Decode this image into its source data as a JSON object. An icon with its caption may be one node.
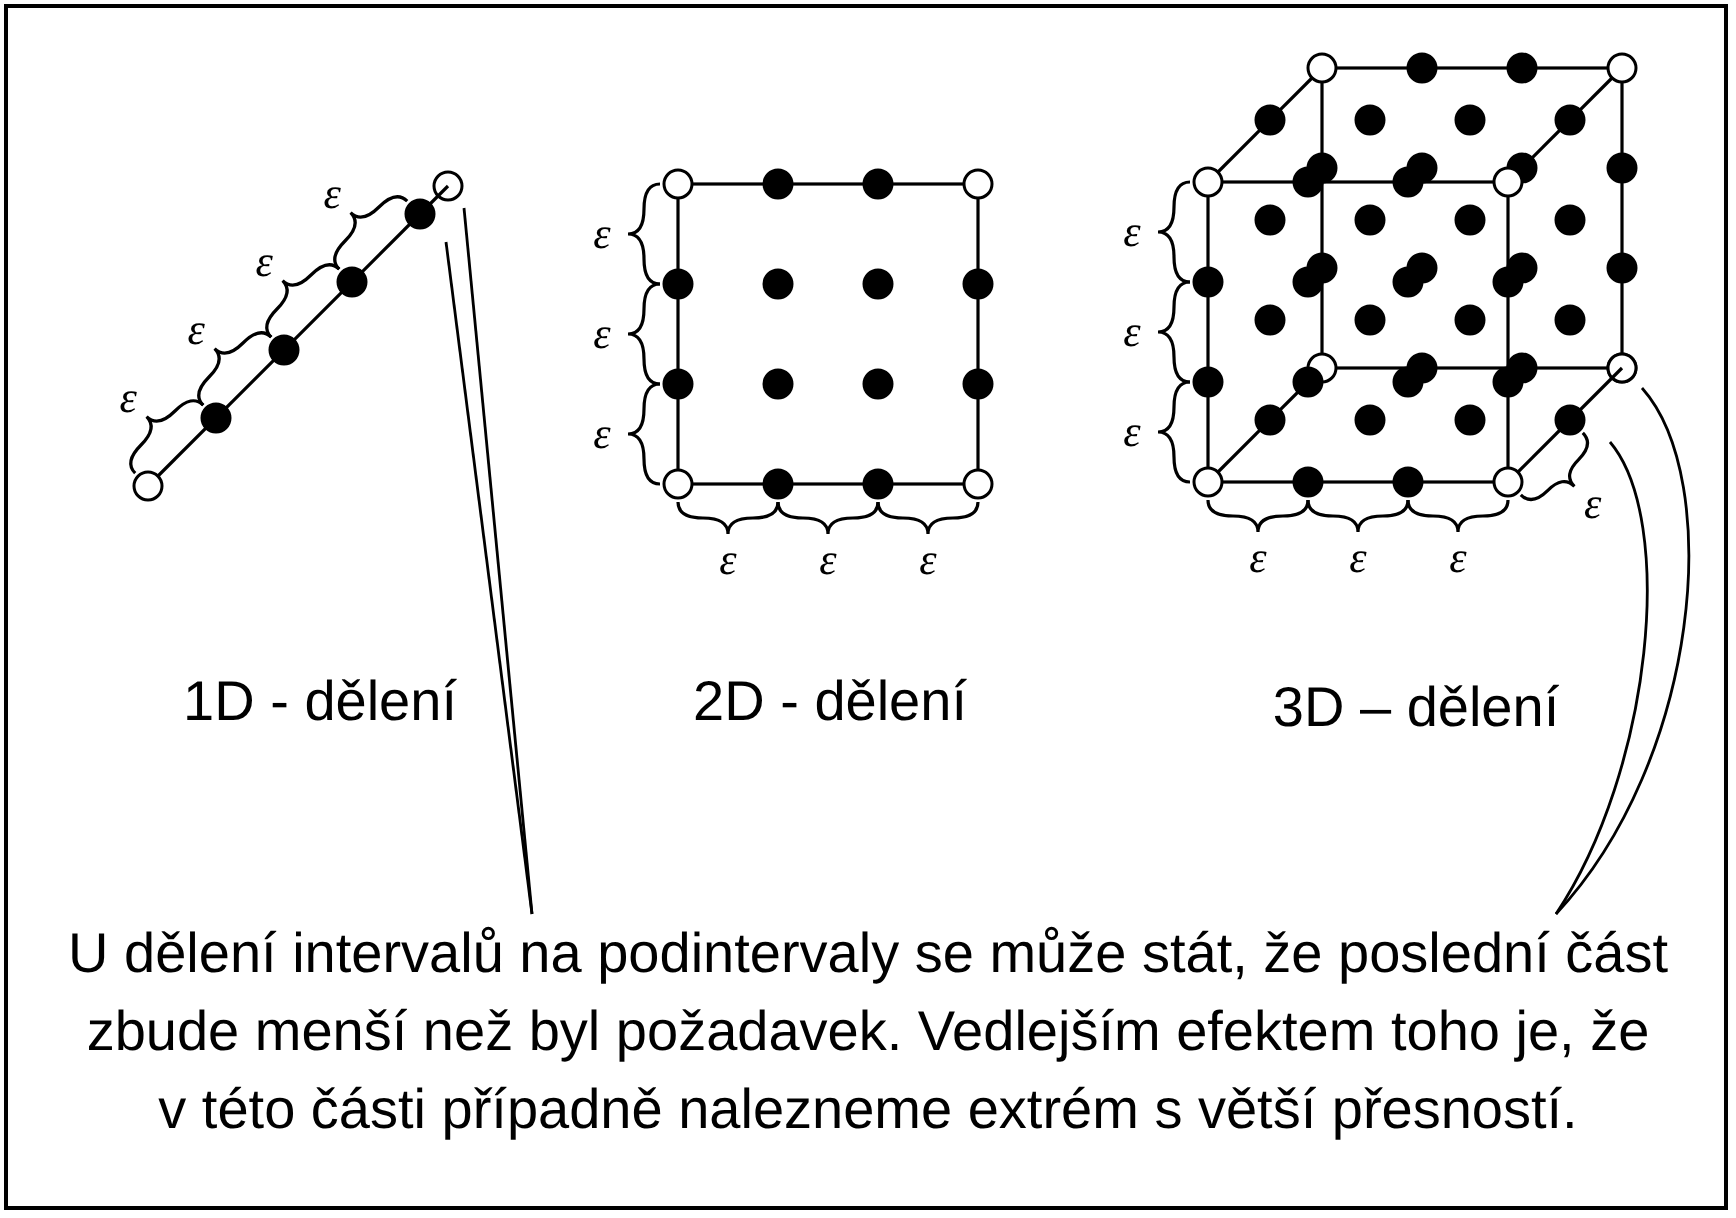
{
  "diagram": {
    "nodes": [
      {
        "text": [],
        "shape": "line"
      },
      {
        "text": [],
        "shape": "line"
      },
      {
        "text": [
          "U dělení intervalů na podintervaly se může stát, že poslední část zbude menší než byl požadavek. Vedlejším efektem toho je, že v této části případně nalezneme extrém s větší přesností."
        ]
      }
    ],
    "edges": [
      {
        "from": 2,
        "to": 0,
        "arrow": "none"
      },
      {
        "from": 2,
        "to": 0,
        "arrow": "none"
      },
      {
        "from": 2,
        "to": 1,
        "arrow": "none"
      },
      {
        "from": 2,
        "to": 1,
        "arrow": "none"
      }
    ],
    "labels": [
      "ε",
      "ε",
      "ε",
      "ε",
      "1D - dělení",
      "ε",
      "ε",
      "ε",
      "ε",
      "ε",
      "ε",
      "2D - dělení",
      "ε",
      "ε",
      "ε",
      "ε",
      "ε",
      "ε",
      "ε",
      "3D – dělení"
    ]
  }
}
